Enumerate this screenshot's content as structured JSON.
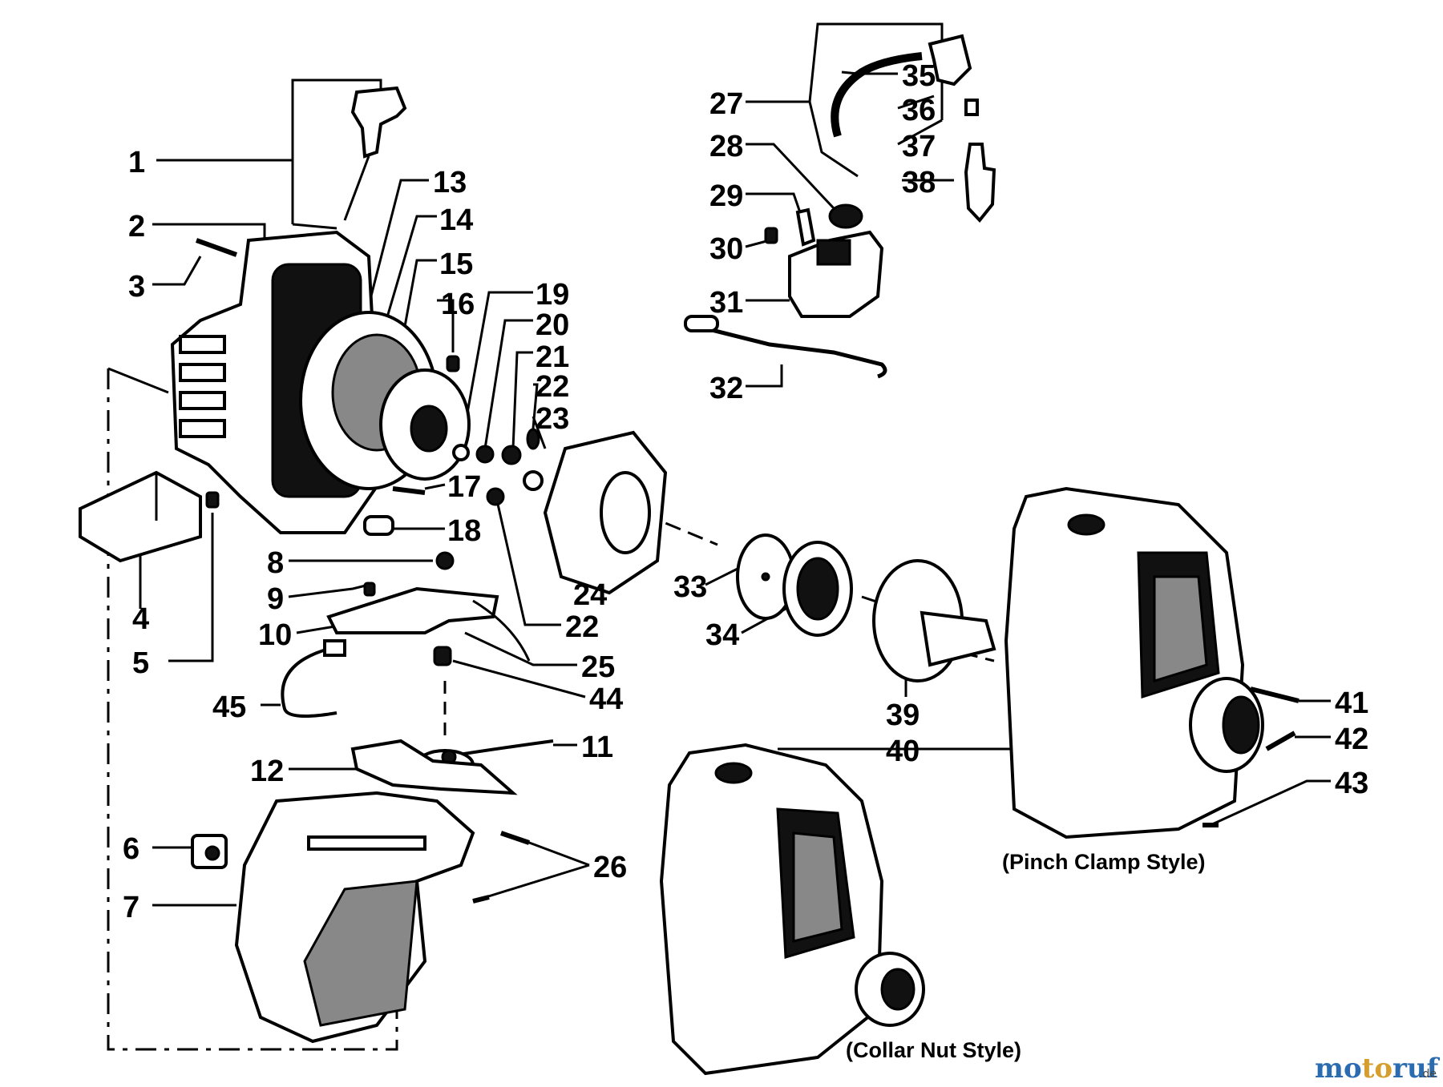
{
  "labels": {
    "l1": "1",
    "l2": "2",
    "l3": "3",
    "l4": "4",
    "l5": "5",
    "l6": "6",
    "l7": "7",
    "l8": "8",
    "l9": "9",
    "l10": "10",
    "l11": "11",
    "l12": "12",
    "l13": "13",
    "l14": "14",
    "l15": "15",
    "l16": "16",
    "l17": "17",
    "l18": "18",
    "l19": "19",
    "l20": "20",
    "l21": "21",
    "l22a": "22",
    "l22b": "22",
    "l23": "23",
    "l24": "24",
    "l25": "25",
    "l26": "26",
    "l27": "27",
    "l28": "28",
    "l29": "29",
    "l30": "30",
    "l31": "31",
    "l32": "32",
    "l33": "33",
    "l34": "34",
    "l35": "35",
    "l36": "36",
    "l37": "37",
    "l38": "38",
    "l39": "39",
    "l40": "40",
    "l41": "41",
    "l42": "42",
    "l43": "43",
    "l44": "44",
    "l45": "45"
  },
  "captions": {
    "pinch_clamp": "(Pinch Clamp Style)",
    "collar_nut": "(Collar Nut Style)"
  },
  "watermark": {
    "brand": "motoruf",
    "suffix": ".de"
  }
}
